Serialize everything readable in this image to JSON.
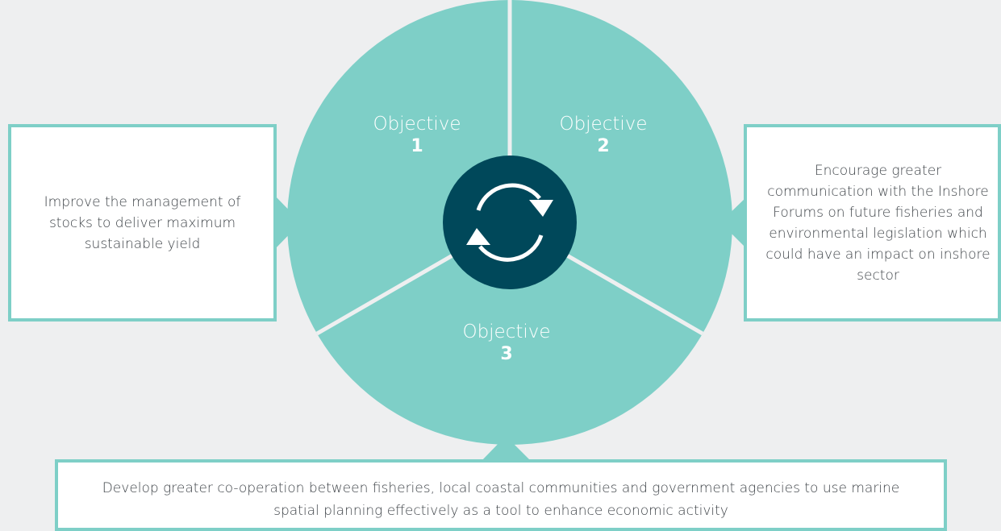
{
  "colors": {
    "background": "#eeeff0",
    "segment": "#7ecfc7",
    "center": "#00485a",
    "box_border": "#7ecfc7",
    "box_text": "#3f4449"
  },
  "objectives": [
    {
      "label": "Objective",
      "number": "1"
    },
    {
      "label": "Objective",
      "number": "2"
    },
    {
      "label": "Objective",
      "number": "3"
    }
  ],
  "center_icon": "cycle-arrows-icon",
  "descriptions": {
    "objective_1": "Improve the management of stocks to deliver maximum sustainable yield",
    "objective_2": "Encourage greater communication with the Inshore Forums on future fisheries and environmental legislation which could have an impact on inshore sector",
    "objective_3": "Develop greater co-operation between fisheries, local coastal communities and government agencies to use marine spatial planning effectively as a tool to enhance economic activity"
  }
}
